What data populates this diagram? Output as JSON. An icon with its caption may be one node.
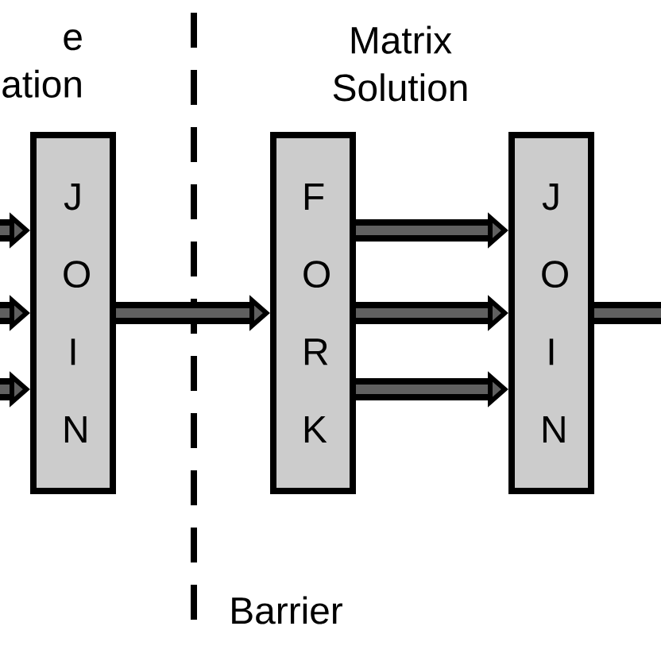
{
  "diagram": {
    "nodes": [
      {
        "text": [
          "J O I N"
        ]
      },
      {
        "text": [
          "F O R K"
        ]
      },
      {
        "text": [
          "J O I N"
        ]
      }
    ],
    "edges": [
      {
        "from": null,
        "to": 0,
        "arrow": "to"
      },
      {
        "from": null,
        "to": 0,
        "arrow": "to"
      },
      {
        "from": null,
        "to": 0,
        "arrow": "to"
      },
      {
        "from": 0,
        "to": 1,
        "arrow": "to"
      },
      {
        "from": 1,
        "to": 2,
        "arrow": "to"
      },
      {
        "from": 1,
        "to": 2,
        "arrow": "to"
      },
      {
        "from": 1,
        "to": 2,
        "arrow": "to"
      },
      {
        "from": 2,
        "to": null,
        "arrow": "none"
      }
    ],
    "labels": [
      "e ation",
      "Matrix Solution",
      "Barrier"
    ]
  }
}
